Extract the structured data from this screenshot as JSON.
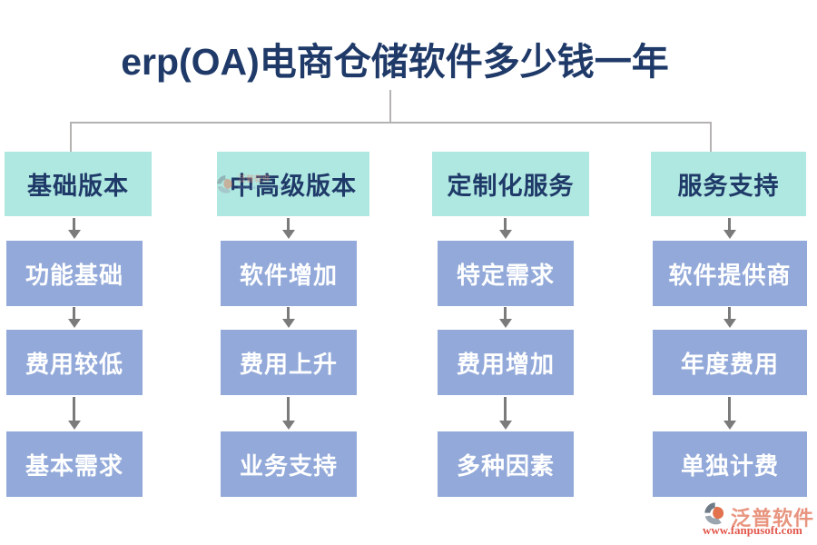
{
  "title": "erp(OA)电商仓储软件多少钱一年",
  "columns": [
    {
      "header": "基础版本",
      "items": [
        "功能基础",
        "费用较低",
        "基本需求"
      ]
    },
    {
      "header": "中高级版本",
      "items": [
        "软件增加",
        "费用上升",
        "业务支持"
      ]
    },
    {
      "header": "定制化服务",
      "items": [
        "特定需求",
        "费用增加",
        "多种因素"
      ]
    },
    {
      "header": "服务支持",
      "items": [
        "软件提供商",
        "年度费用",
        "单独计费"
      ]
    }
  ],
  "watermark": {
    "brand": "泛普软件",
    "url": "www.fanpusoft.com",
    "logo_icon": "fanpu-logo-icon"
  },
  "colors": {
    "title_text": "#1f3a68",
    "header_bg": "#afe7e1",
    "header_text": "#1f3a68",
    "item_bg": "#92a9d9",
    "item_text": "#ffffff",
    "arrow": "#7b7b7b",
    "connector_line": "#b5b2b2",
    "watermark_brand": "#e8947e",
    "watermark_url": "#e2574b",
    "watermark_logo_gray": "#8a96a3",
    "watermark_logo_orange": "#e2714d"
  }
}
